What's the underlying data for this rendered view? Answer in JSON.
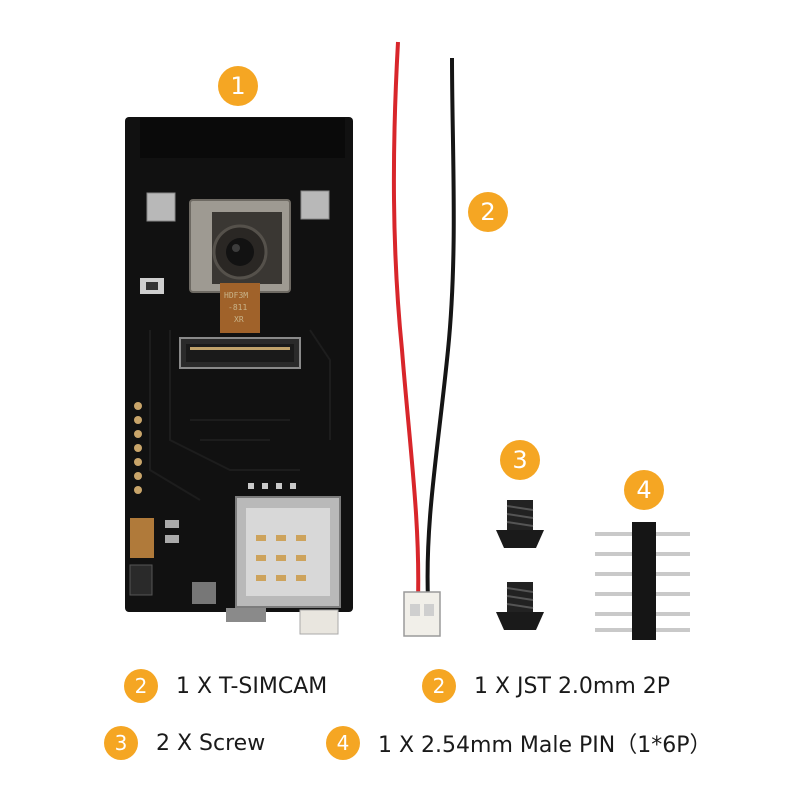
{
  "callouts": {
    "board": "1",
    "cable": "2",
    "screws": "3",
    "pin_header": "4"
  },
  "board_print": {
    "line1": "HDF3M",
    "line2": "-811",
    "line3": "XR"
  },
  "legend": [
    {
      "number": "2",
      "text": "1 X T-SIMCAM"
    },
    {
      "number": "2",
      "text": "1 X JST 2.0mm 2P"
    },
    {
      "number": "3",
      "text": "2 X Screw"
    },
    {
      "number": "4",
      "text": "1 X 2.54mm Male PIN（1*6P）"
    }
  ],
  "colors": {
    "badge": "#f5a623",
    "board": "#111111",
    "wire_red": "#d8262b",
    "wire_black": "#151515"
  }
}
